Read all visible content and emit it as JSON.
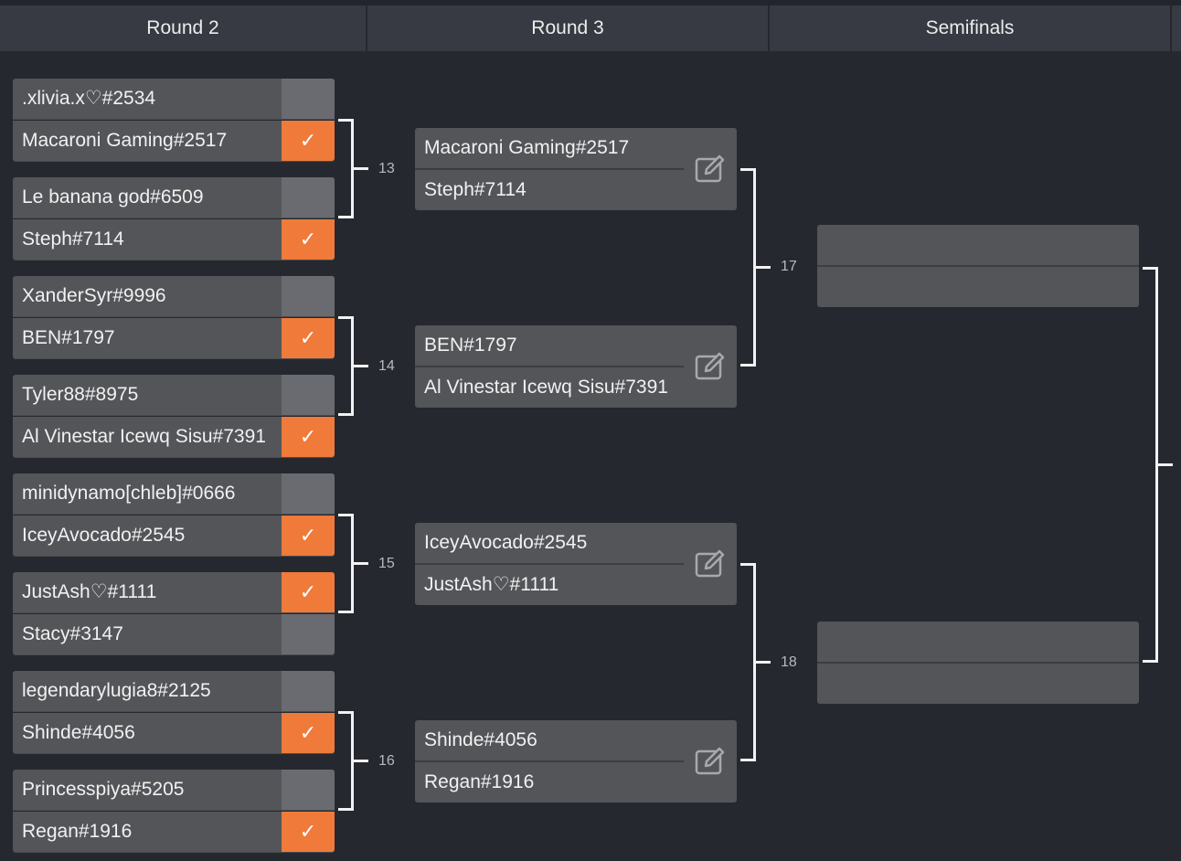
{
  "headers": [
    "Round 2",
    "Round 3",
    "Semifinals"
  ],
  "colors": {
    "background": "#262830",
    "header": "#373a42",
    "slot": "#545559",
    "winner": "#ef7a3a",
    "score_box": "#6a6b70"
  },
  "round2": [
    {
      "number": "13",
      "players": [
        {
          "name": ".xlivia.x♡#2534",
          "won": false
        },
        {
          "name": "Macaroni Gaming#2517",
          "won": true
        },
        {
          "name": "Le banana god#6509",
          "won": false
        },
        {
          "name": "Steph#7114",
          "won": true
        }
      ]
    },
    {
      "number": "14",
      "players": [
        {
          "name": "XanderSyr#9996",
          "won": false
        },
        {
          "name": "BEN#1797",
          "won": true
        },
        {
          "name": "Tyler88#8975",
          "won": false
        },
        {
          "name": "Al Vinestar Icewq Sisu#7391",
          "won": true
        }
      ]
    },
    {
      "number": "15",
      "players": [
        {
          "name": "minidynamo[chleb]#0666",
          "won": false
        },
        {
          "name": "IceyAvocado#2545",
          "won": true
        },
        {
          "name": "JustAsh♡#1111",
          "won": true
        },
        {
          "name": "Stacy#3147",
          "won": false
        }
      ]
    },
    {
      "number": "16",
      "players": [
        {
          "name": "legendarylugia8#2125",
          "won": false
        },
        {
          "name": "Shinde#4056",
          "won": true
        },
        {
          "name": "Princesspiya#5205",
          "won": false
        },
        {
          "name": "Regan#1916",
          "won": true
        }
      ]
    }
  ],
  "round3": [
    {
      "p1": "Macaroni Gaming#2517",
      "p2": "Steph#7114",
      "icon": "edit-icon"
    },
    {
      "p1": "BEN#1797",
      "p2": "Al Vinestar Icewq Sisu#7391",
      "icon": "edit-icon"
    },
    {
      "p1": "IceyAvocado#2545",
      "p2": "JustAsh♡#1111",
      "icon": "edit-icon"
    },
    {
      "p1": "Shinde#4056",
      "p2": "Regan#1916",
      "icon": "edit-icon"
    }
  ],
  "round3_numbers": [
    "17",
    "18"
  ],
  "check_symbol": "✓"
}
